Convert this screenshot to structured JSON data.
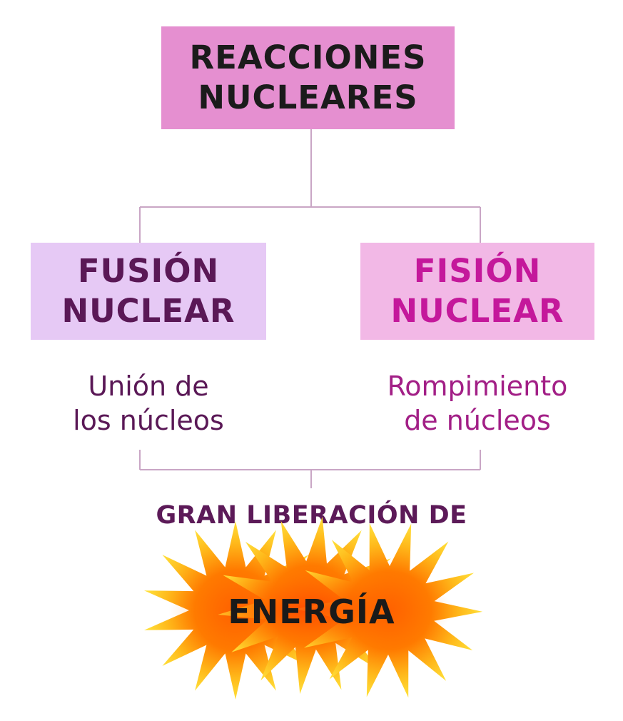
{
  "root": {
    "label": "REACCIONES\nNUCLEARES"
  },
  "branches": [
    {
      "label": "FUSIÓN\nNUCLEAR",
      "description": "Unión de\nlos núcleos"
    },
    {
      "label": "FISIÓN\nNUCLEAR",
      "description": "Rompimiento\nde núcleos"
    }
  ],
  "result": {
    "title": "GRAN LIBERACIÓN DE",
    "energy": "ENERGÍA"
  },
  "colors": {
    "root_fill": "#e58fd0",
    "fusion_fill": "#e6c9f5",
    "fision_fill": "#f2b8e6",
    "connector": "#c9a6c5",
    "burst_outer": "#ffd21c",
    "burst_inner": "#ff6a00"
  }
}
